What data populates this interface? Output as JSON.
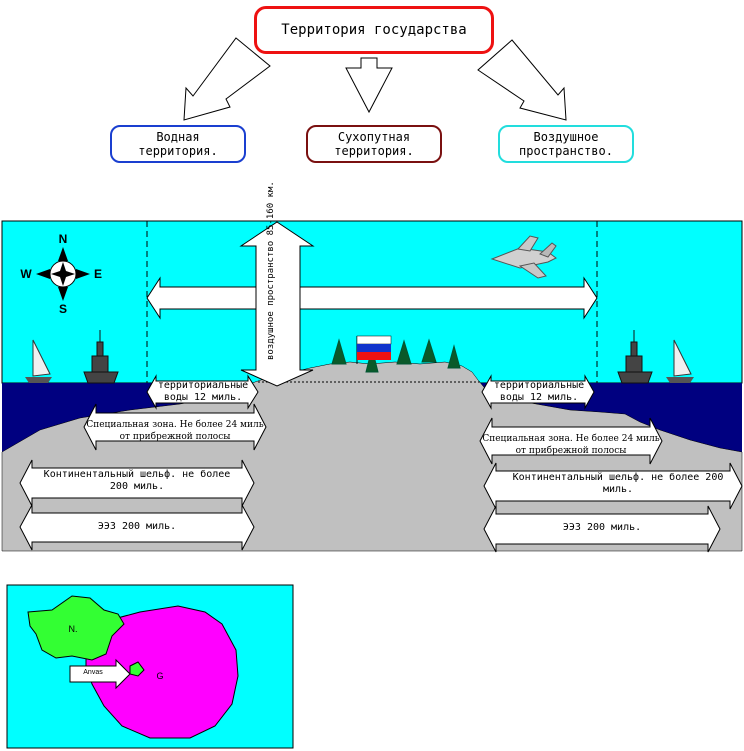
{
  "title": "Территория государства",
  "categories": [
    {
      "key": "water",
      "label": "Водная\nтерритория."
    },
    {
      "key": "land",
      "label": "Сухопутная\nтерритория."
    },
    {
      "key": "air",
      "label": "Воздушное\nпространство."
    }
  ],
  "compass": {
    "north": "N",
    "south": "S",
    "east": "E",
    "west": "W"
  },
  "airspace_label": "воздушное\nпространство 85-160\nкм.",
  "zones": {
    "territorial": "территориальные\nводы 12 миль.",
    "special": "Специальная зона. Не более 24 миль\nот прибрежной полосы",
    "shelf_left": "Континентальный шельф. не более\n200 миль.",
    "shelf_right": "Континентальный шельф. не более 200\nмиль.",
    "eez": "ЭЭЗ 200 миль."
  },
  "map": {
    "label_n": "N.",
    "label_g": "G",
    "arrow_label": "Anvas"
  },
  "colors": {
    "sky": "#00ffff",
    "sea": "#000080",
    "land": "#c0c0c0",
    "title_border": "#ee1111",
    "water_border": "#1a3fd0",
    "land_border": "#7a1010",
    "air_border": "#22dddd",
    "map_bg": "#00ffff",
    "country_n": "#33ff33",
    "country_g": "#ff00ff"
  }
}
